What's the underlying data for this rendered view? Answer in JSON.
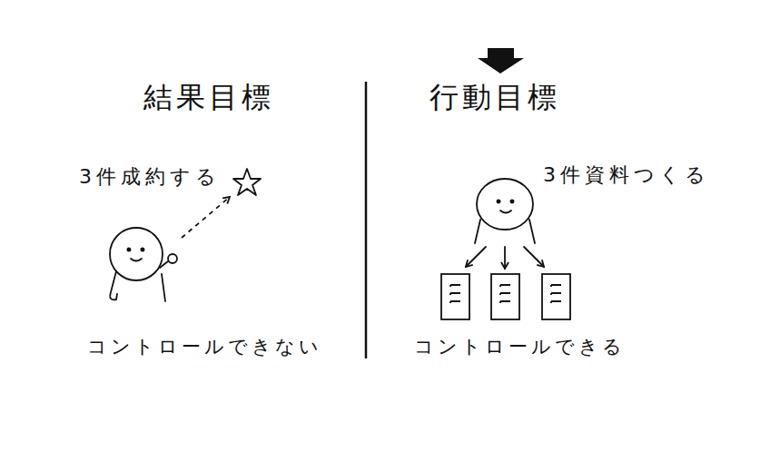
{
  "diagram": {
    "labels": [
      "結果目標",
      "3件成約する",
      "コントロールできない",
      "行動目標",
      "3件資料つくる",
      "コントロールできる"
    ]
  }
}
